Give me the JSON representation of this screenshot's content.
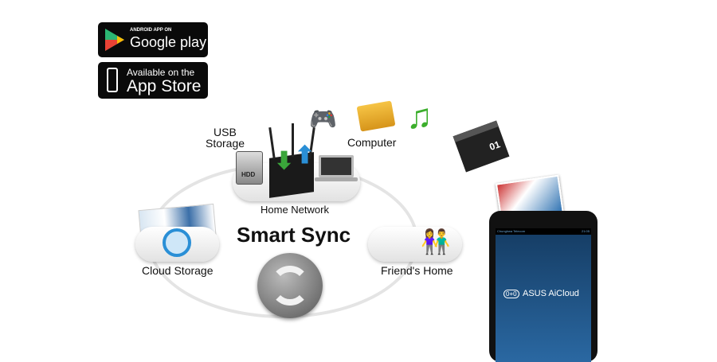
{
  "badges": {
    "google_small": "ANDROID APP ON",
    "google_big": "Google play",
    "apple_small": "Available on the",
    "apple_big": "App Store"
  },
  "labels": {
    "usb": "USB",
    "storage": "Storage",
    "computer": "Computer",
    "home_network": "Home Network",
    "smart_sync": "Smart Sync",
    "cloud_storage": "Cloud Storage",
    "friends_home": "Friend's Home",
    "clapper": "01"
  },
  "tablet": {
    "carrier": "Chunghwa Telecom",
    "time": "21:05",
    "app_name": "ASUS AiCloud",
    "cloud_text": "0+0"
  },
  "colors": {
    "screen": "#1d4d7a",
    "accent_blue": "#2a8fd6",
    "green": "#3aa53a"
  }
}
